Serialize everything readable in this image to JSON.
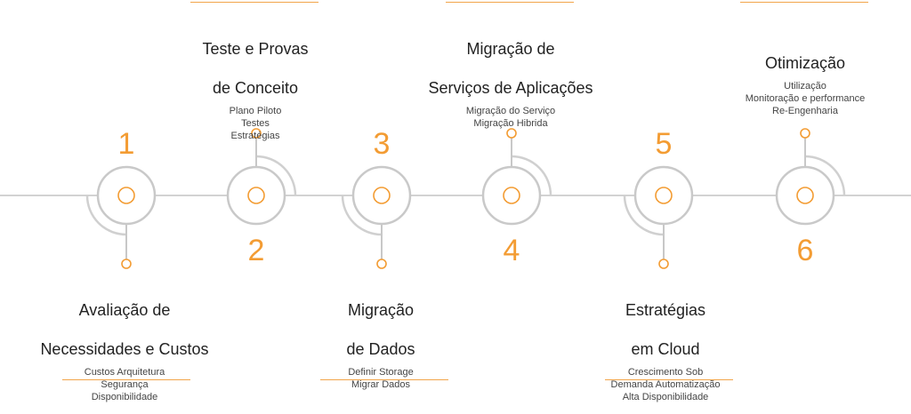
{
  "colors": {
    "accent": "#f39c33",
    "line": "#cfcfcf",
    "text": "#222222"
  },
  "steps": [
    {
      "number": "1",
      "title_lines": [
        "Avaliação de",
        "Necessidades e Custos"
      ],
      "items": [
        "Custos Arquitetura",
        "Segurança",
        "Disponibilidade"
      ]
    },
    {
      "number": "2",
      "title_lines": [
        "Teste e Provas",
        "de Conceito"
      ],
      "items": [
        "Plano Piloto",
        "Testes",
        "Estratégias"
      ]
    },
    {
      "number": "3",
      "title_lines": [
        "Migração",
        "de Dados"
      ],
      "items": [
        "Definir Storage",
        "Migrar Dados"
      ]
    },
    {
      "number": "4",
      "title_lines": [
        "Migração de",
        "Serviços de Aplicações"
      ],
      "items": [
        "Migração do Serviço",
        "Migração Hibrida"
      ]
    },
    {
      "number": "5",
      "title_lines": [
        "Estratégias",
        "em Cloud"
      ],
      "items": [
        "Crescimento Sob",
        "Demanda Automatização",
        "Alta Disponibilidade"
      ]
    },
    {
      "number": "6",
      "title_lines": [
        "Otimização"
      ],
      "items": [
        "Utilização",
        "Monitoração e performance",
        "Re-Engenharia"
      ]
    }
  ]
}
